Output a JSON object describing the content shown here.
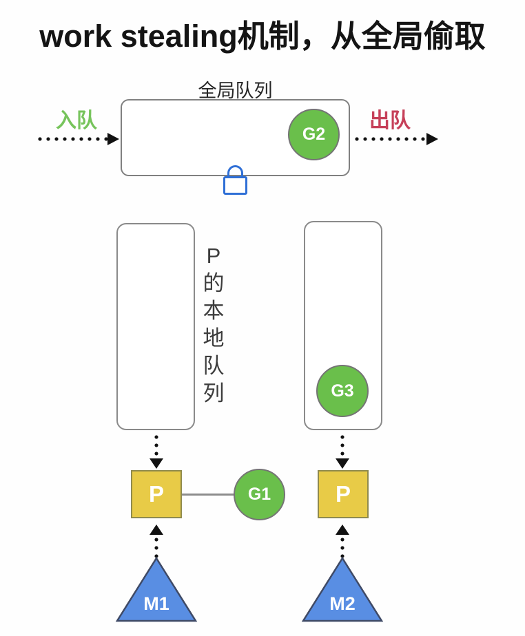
{
  "title": "work stealing机制，从全局偷取",
  "global_queue": {
    "label": "全局队列",
    "enqueue_label": "入队",
    "dequeue_label": "出队",
    "goroutine_label": "G2",
    "lock_icon": "lock-icon"
  },
  "local_queue_caption": {
    "chars": [
      "P",
      "的",
      "本",
      "地",
      "队",
      "列"
    ]
  },
  "local_queues": {
    "right_goroutine_label": "G3"
  },
  "processors": {
    "left_label": "P",
    "right_label": "P"
  },
  "attached_goroutine_label": "G1",
  "machines": {
    "left_label": "M1",
    "right_label": "M2"
  },
  "colors": {
    "goroutine_green": "#6abf4b",
    "enqueue_green": "#77c45c",
    "dequeue_red": "#c64059",
    "processor_yellow": "#e8cb47",
    "machine_blue": "#598ee3",
    "lock_blue": "#2f6fd6"
  }
}
